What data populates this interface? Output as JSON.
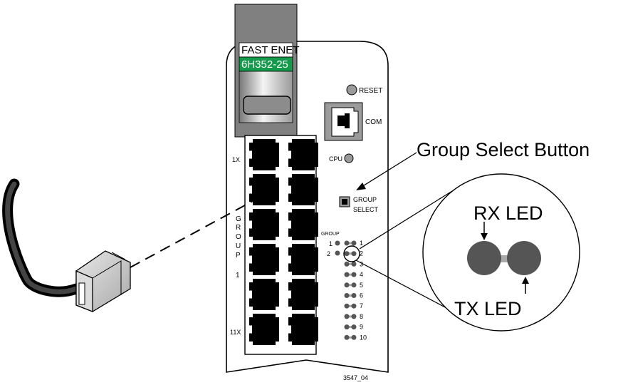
{
  "module": {
    "name_label": "FAST ENET",
    "model_label": "6H352-25",
    "colors": {
      "gray": "#808080",
      "green": "#139a4a"
    }
  },
  "buttons": {
    "reset_label": "RESET",
    "com_label": "COM",
    "cpu_label": "CPU",
    "group_select_line1": "GROUP",
    "group_select_line2": "SELECT"
  },
  "ports": {
    "top_label": "1X",
    "bottom_label": "11X",
    "group_letters": [
      "G",
      "R",
      "O",
      "U",
      "P"
    ],
    "group_number": "1"
  },
  "leds": {
    "header": "GROUP",
    "group_numbers": [
      "1",
      "2"
    ],
    "port_numbers": [
      "1",
      "2",
      "3",
      "4",
      "5",
      "6",
      "7",
      "8",
      "9",
      "10"
    ]
  },
  "callouts": {
    "group_select_button": "Group Select Button",
    "rx_led": "RX LED",
    "tx_led": "TX LED"
  },
  "figure_id": "3547_04"
}
